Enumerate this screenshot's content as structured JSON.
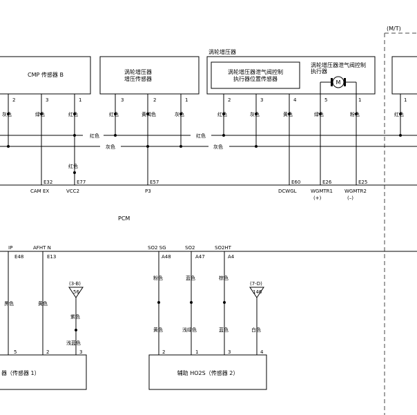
{
  "mt_label": "(M/T)",
  "pcm_label": "PCM",
  "components": {
    "cmp_sensor_b": "CMP 传感器 B",
    "boost_sensor_l1": "涡轮增压器",
    "boost_sensor_l2": "增压传感器",
    "turbo_group": "涡轮增压器",
    "wastegate_sensor_l1": "涡轮增压器泄气阀控制",
    "wastegate_sensor_l2": "执行器位置传感器",
    "wastegate_actuator_l1": "涡轮增压器泄气阀控制",
    "wastegate_actuator_l2": "执行器",
    "motor_symbol": "M",
    "ho2s_sensor1": "器（传感器 1）",
    "ho2s_sensor2": "辅助 HO2S（传感器 2）"
  },
  "pins": {
    "cmp_2": "2",
    "cmp_3": "3",
    "cmp_1": "1",
    "bst_3": "3",
    "bst_2": "2",
    "bst_1": "1",
    "wgs_2": "2",
    "wgs_3": "3",
    "wgs_4": "4",
    "wga_5": "5",
    "wga_1": "1",
    "right_1": "1",
    "s1_5": "5",
    "s1_2": "2",
    "s1_3": "3",
    "s2_2": "2",
    "s2_1": "1",
    "s2_3": "3",
    "s2_4": "4"
  },
  "wire_colors": {
    "c1": "灰色",
    "c2": "绿色",
    "c3": "红色",
    "c4": "红色",
    "c5": "黄褐色",
    "c6": "灰色",
    "c7": "红色",
    "c8": "灰色",
    "c9": "黄色",
    "c10": "绿色",
    "c11": "粉色",
    "c12": "红色",
    "bus_red_1": "红色",
    "bus_red_2": "红色",
    "bus_gray_1": "灰色",
    "bus_gray_2": "灰色",
    "vcc2_red": "红色",
    "b1": "黑色",
    "b2": "黄色",
    "b3": "紫色",
    "b4": "浅蓝色",
    "b5": "粉色",
    "b6": "蓝色",
    "b7": "棕色",
    "b8": "黄色",
    "b9": "浅绿色",
    "b10": "蓝色",
    "b11": "白色"
  },
  "terminals": {
    "e32": "E32",
    "e77": "E77",
    "e57": "E57",
    "e60": "E60",
    "e26": "E26",
    "e25": "E25",
    "e48": "E48",
    "e13": "E13",
    "a48": "A48",
    "a47": "A47",
    "a4": "A4"
  },
  "signals": {
    "cam_ex": "CAM EX",
    "vcc2": "VCC2",
    "p3": "P3",
    "dcwgl": "DCWGL",
    "wgmtr1": "WGMTR1",
    "wgmtr1_pol": "(+)",
    "wgmtr2": "WGMTR2",
    "wgmtr2_pol": "(–)",
    "ip": "IP",
    "afht_n": "AFHT N",
    "so2_sg": "SO2 SG",
    "so2": "SO2",
    "so2ht": "SO2HT"
  },
  "grounds": {
    "g1_ref": "(3-B)",
    "g1_num": "56",
    "g2_ref": "(7-D)",
    "g2_num": "146"
  }
}
